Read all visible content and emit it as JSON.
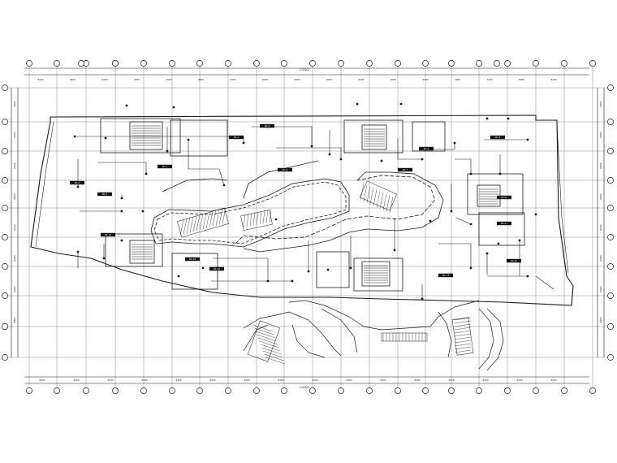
{
  "drawing": {
    "colors": {
      "line": "#1a1a1a",
      "grid": "#8a8a8a",
      "bg": "#ffffff",
      "label_fill": "#111111"
    },
    "dims_top_overall": "116400",
    "dims_top": [
      "8400",
      "8400",
      "8400",
      "8400",
      "8400",
      "8400",
      "8400",
      "8400",
      "8400",
      "8400",
      "8400",
      "8400",
      "8400",
      "7200",
      "7200",
      "8400",
      "8400"
    ],
    "dims_bottom_overall": "116400",
    "dims_bottom": [
      "8400",
      "8400",
      "8400",
      "8400",
      "8400",
      "8400",
      "8400",
      "8400",
      "8400",
      "8400",
      "8400",
      "8400",
      "8400",
      "8400",
      "8400",
      "8400"
    ],
    "dims_left": [
      "8400",
      "8400",
      "8400",
      "8400",
      "8400",
      "8400",
      "8400",
      "8400"
    ],
    "dims_right": [
      "8400",
      "8400",
      "8400",
      "8400",
      "8400",
      "8400",
      "8400",
      "8400"
    ],
    "annotation_labels": [
      "WL-1",
      "WL-2",
      "WL-3",
      "WL-4",
      "WL-5",
      "WL-6",
      "WL-7",
      "WL-8",
      "WL-9",
      "WL-10",
      "WL-11",
      "WL-12",
      "WL-13",
      "WL-14",
      "WL-15",
      "WL-16"
    ]
  }
}
